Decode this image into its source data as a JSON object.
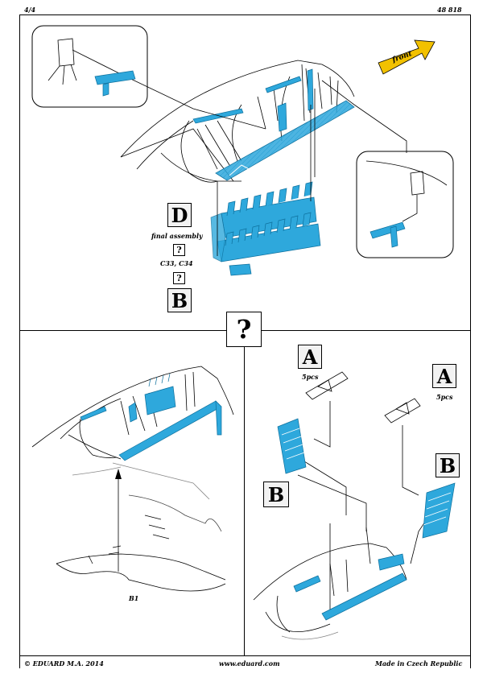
{
  "header": {
    "page_number": "4/4",
    "kit_number": "48 818"
  },
  "footer": {
    "copyright": "© EDUARD  M.A. 2014",
    "website": "www.eduard.com",
    "origin": "Made in Czech Republic"
  },
  "top_section": {
    "step_letter_d": "D",
    "final_assembly_label": "final assembly",
    "question_mark_1": "?",
    "parts_label": "C33, C34",
    "question_mark_2": "?",
    "step_letter_b": "B",
    "front_arrow_label": "front"
  },
  "middle": {
    "step_question": "?"
  },
  "bottom_left": {
    "part_label": "B1"
  },
  "bottom_right": {
    "letter_a_left": "A",
    "count_left": "5pcs",
    "letter_a_right": "A",
    "count_right": "5pcs",
    "letter_b_left": "B",
    "letter_b_right": "B"
  },
  "colors": {
    "photo_etch_blue": "#2ea8dc",
    "arrow_yellow": "#f2c100",
    "line": "#000000"
  }
}
